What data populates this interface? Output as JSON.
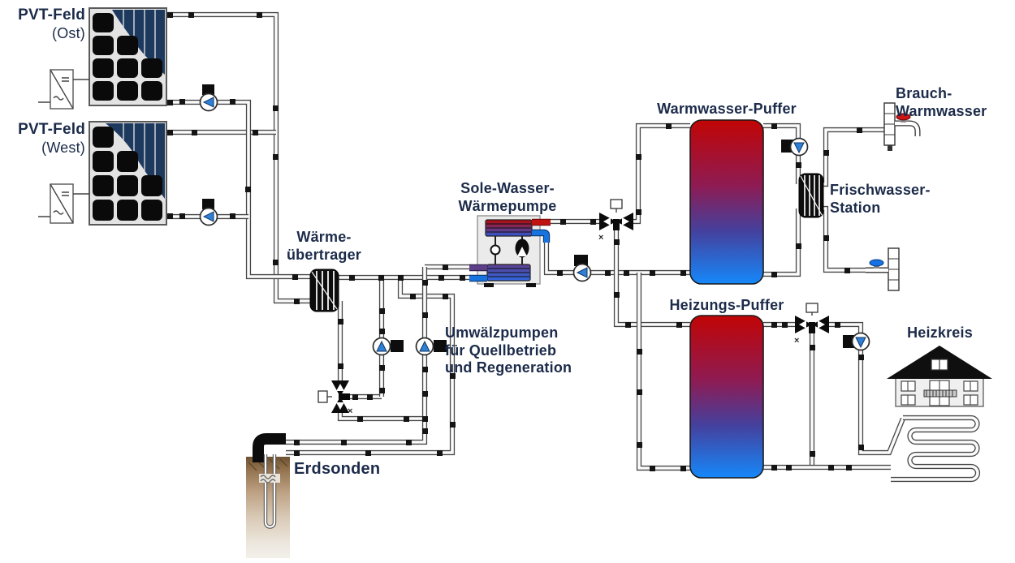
{
  "labels": {
    "pvt_ost_1": "PVT-Feld",
    "pvt_ost_2": "(Ost)",
    "pvt_west_1": "PVT-Feld",
    "pvt_west_2": "(West)",
    "waermeuebertrager_1": "Wärme-",
    "waermeuebertrager_2": "übertrager",
    "waermepumpe_1": "Sole-Wasser-",
    "waermepumpe_2": "Wärmepumpe",
    "umwaelzpumpen_1": "Umwälzpumpen",
    "umwaelzpumpen_2": "für Quellbetrieb",
    "umwaelzpumpen_3": "und Regeneration",
    "erdsonden": "Erdsonden",
    "warmwasser_puffer": "Warmwasser-Puffer",
    "heizungs_puffer": "Heizungs-Puffer",
    "brauchwarmwasser_1": "Brauch-",
    "brauchwarmwasser_2": "Warmwasser",
    "frischwasser_1": "Frischwasser-",
    "frischwasser_2": "Station",
    "heizkreis": "Heizkreis"
  },
  "marks": {
    "valve_x": "×"
  },
  "colors": {
    "label_navy": "#1c2b4a",
    "tank_hot": "#c10505",
    "tank_cold": "#1688fa",
    "pump_blue": "#2e7fd6",
    "panel_navy": "#1d3a5e",
    "hot_tap": "#cc1515",
    "cold_tap": "#1573e6"
  }
}
